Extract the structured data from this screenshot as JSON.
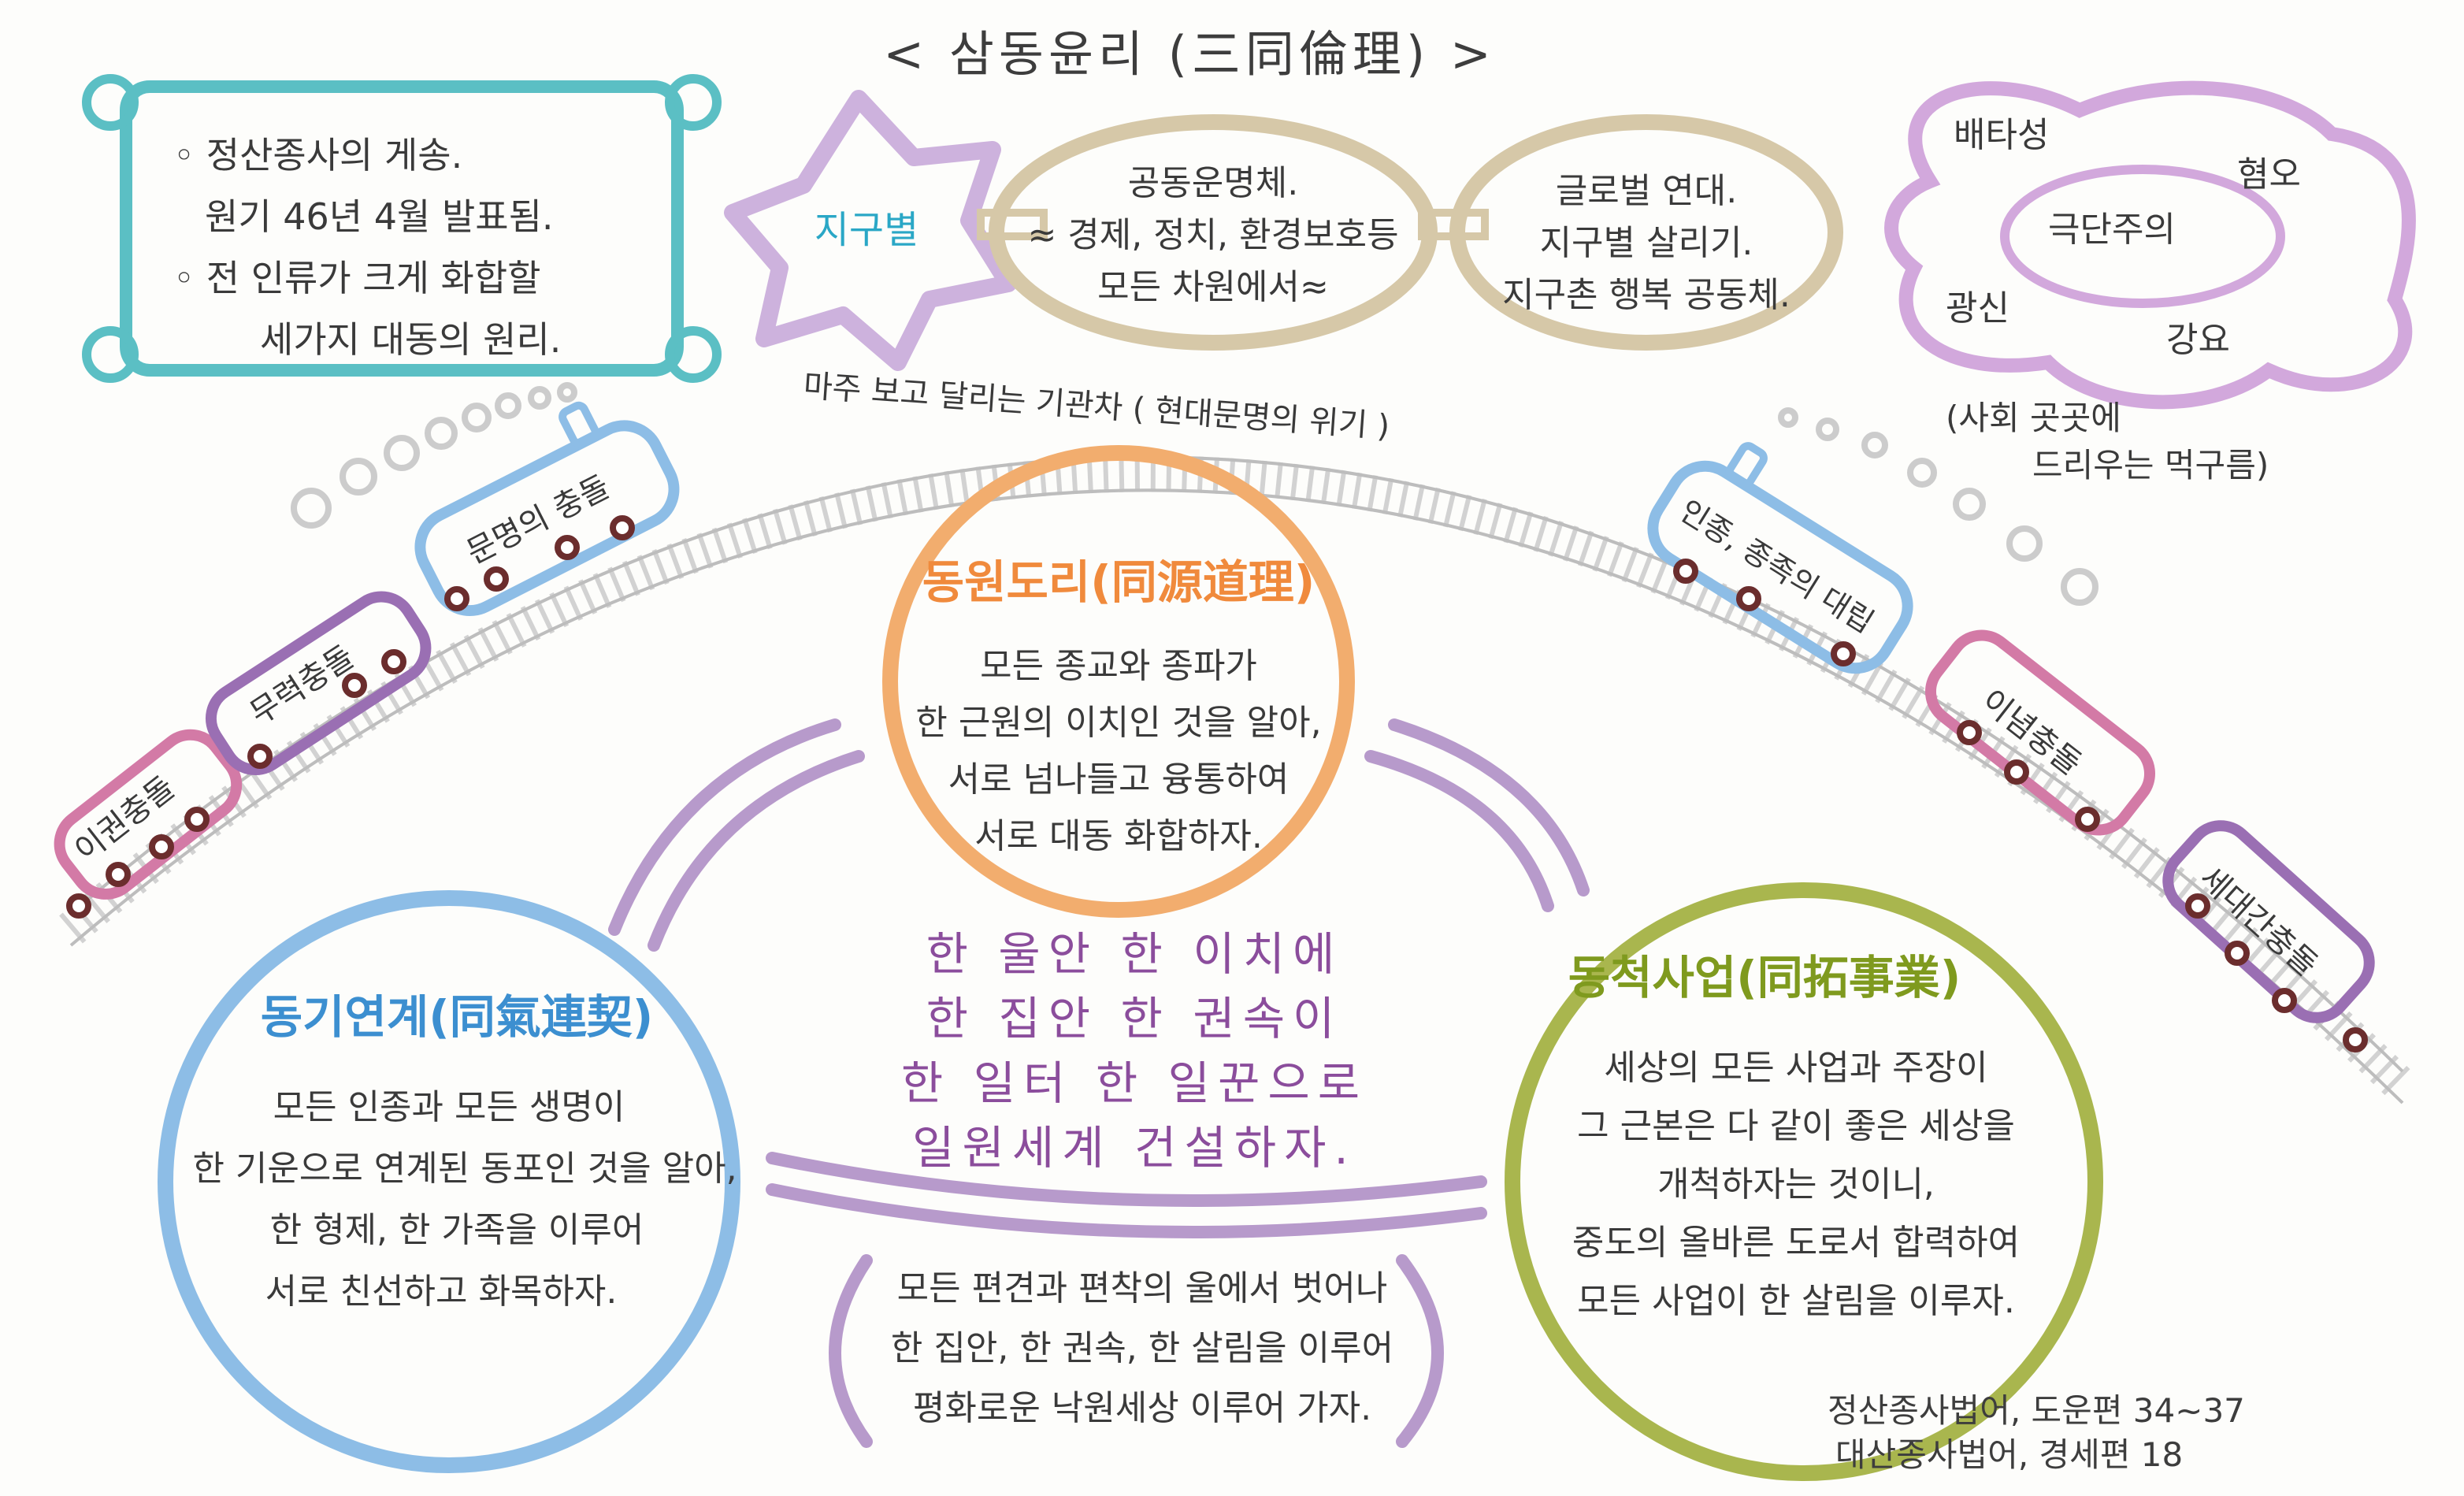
{
  "title": "< 삼동윤리 (三同倫理) >",
  "intro_box": {
    "line1": "◦ 정산종사의 게송.",
    "line2": "원기 46년 4월 발표됨.",
    "line3": "◦ 전 인류가 크게 화합할",
    "line4": "세가지 대동의 원리."
  },
  "earth_star": {
    "label": "지구별"
  },
  "community_bubble": {
    "line1": "공동운명체.",
    "line2": "≈ 경제, 정치, 환경보호등",
    "line3": "모든 차원에서≈"
  },
  "global_bubble": {
    "line1": "글로벌 연대.",
    "line2": "지구별 살리기.",
    "line3": "지구촌 행복 공동체."
  },
  "cloud": {
    "word1": "배타성",
    "word2": "혐오",
    "word3": "극단주의",
    "word4": "광신",
    "word5": "강요",
    "caption1": "(사회 곳곳에",
    "caption2": "드리우는 먹구름)"
  },
  "track_label": "마주 보고 달리는 기관차 ( 현대문명의 위기 )",
  "left_train": {
    "car1": "이권충돌",
    "car2": "무력충돌",
    "car3": "문명의 충돌"
  },
  "right_train": {
    "car1": "인종, 종족의 대립",
    "car2": "이념충돌",
    "car3": "세대간충돌"
  },
  "dongwon": {
    "title": "동원도리(同源道理)",
    "line1": "모든 종교와 종파가",
    "line2": "한 근원의 이치인 것을 알아,",
    "line3": "서로 넘나들고 융통하여",
    "line4": "서로 대동 화합하자."
  },
  "dongi": {
    "title": "동기연계(同氣連契)",
    "line1": "모든 인종과 모든 생명이",
    "line2": "한 기운으로 연계된 동포인 것을 알아,",
    "line3": "한 형제, 한 가족을 이루어",
    "line4": "서로 친선하고 화목하자."
  },
  "dongcheok": {
    "title": "동척사업(同拓事業)",
    "line1": "세상의 모든 사업과 주장이",
    "line2": "그 근본은 다 같이 좋은 세상을",
    "line3": "개척하자는 것이니,",
    "line4": "중도의 올바른 도로서 합력하여",
    "line5": "모든 사업이 한 살림을 이루자."
  },
  "motto": {
    "line1": "한 울안 한 이치에",
    "line2": "한 집안 한 권속이",
    "line3": "한 일터 한 일꾼으로",
    "line4": "일원세계 건설하자."
  },
  "bottom_note": {
    "line1": "모든 편견과 편착의 울에서 벗어나",
    "line2": "한 집안, 한 권속, 한 살림을 이루어",
    "line3": "평화로운 낙원세상 이루어 가자."
  },
  "source": {
    "line1": "정산종사법어, 도운편 34~37",
    "line2": "대산종사법어, 경세편 18"
  },
  "colors": {
    "teal": "#5bbfc4",
    "lavender": "#cdb2dd",
    "beige": "#d6c8a8",
    "purple": "#9a6fb3",
    "orange": "#f2ad6e",
    "blue": "#8dbde6",
    "olive": "#a9b64e",
    "pink": "#d37aa6",
    "track": "#bdbdbd"
  }
}
